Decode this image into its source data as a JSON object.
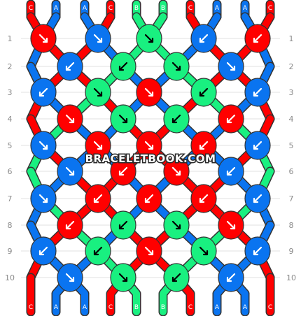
{
  "watermark": "BRACELETBOOK.COM",
  "colors": {
    "C": "#ff0000",
    "A": "#0a74f0",
    "B": "#19f080",
    "stroke": "#333333"
  },
  "strands_top": [
    "C",
    "A",
    "A",
    "C",
    "B",
    "B",
    "C",
    "A",
    "A",
    "C"
  ],
  "strands_bottom": [
    "C",
    "A",
    "A",
    "C",
    "B",
    "B",
    "C",
    "A",
    "A",
    "C"
  ],
  "row_labels": [
    "1",
    "2",
    "3",
    "4",
    "5",
    "6",
    "7",
    "8",
    "9",
    "10"
  ],
  "knots": [
    [
      {
        "c": "C",
        "d": "se"
      },
      {
        "c": "A",
        "d": "se"
      },
      {
        "c": "B",
        "d": "se"
      },
      {
        "c": "A",
        "d": "sw"
      },
      {
        "c": "C",
        "d": "sw"
      }
    ],
    [
      {
        "c": "A",
        "d": "sw"
      },
      {
        "c": "B",
        "d": "sw"
      },
      {
        "c": "B",
        "d": "se"
      },
      {
        "c": "A",
        "d": "se"
      }
    ],
    [
      {
        "c": "A",
        "d": "sw"
      },
      {
        "c": "B",
        "d": "se"
      },
      {
        "c": "C",
        "d": "se"
      },
      {
        "c": "B",
        "d": "sw"
      },
      {
        "c": "A",
        "d": "sw"
      }
    ],
    [
      {
        "c": "C",
        "d": "se"
      },
      {
        "c": "B",
        "d": "se"
      },
      {
        "c": "B",
        "d": "sw"
      },
      {
        "c": "C",
        "d": "sw"
      }
    ],
    [
      {
        "c": "A",
        "d": "se"
      },
      {
        "c": "C",
        "d": "se"
      },
      {
        "c": "C",
        "d": "se"
      },
      {
        "c": "C",
        "d": "sw"
      },
      {
        "c": "A",
        "d": "sw"
      }
    ],
    [
      {
        "c": "A",
        "d": "se"
      },
      {
        "c": "C",
        "d": "sw"
      },
      {
        "c": "C",
        "d": "se"
      },
      {
        "c": "A",
        "d": "sw"
      }
    ],
    [
      {
        "c": "A",
        "d": "se"
      },
      {
        "c": "C",
        "d": "sw"
      },
      {
        "c": "C",
        "d": "sw"
      },
      {
        "c": "C",
        "d": "sw"
      },
      {
        "c": "A",
        "d": "sw"
      }
    ],
    [
      {
        "c": "C",
        "d": "sw"
      },
      {
        "c": "B",
        "d": "sw"
      },
      {
        "c": "B",
        "d": "se"
      },
      {
        "c": "C",
        "d": "se"
      }
    ],
    [
      {
        "c": "A",
        "d": "sw"
      },
      {
        "c": "B",
        "d": "sw"
      },
      {
        "c": "C",
        "d": "se"
      },
      {
        "c": "B",
        "d": "se"
      },
      {
        "c": "A",
        "d": "sw"
      }
    ],
    [
      {
        "c": "A",
        "d": "se"
      },
      {
        "c": "B",
        "d": "se"
      },
      {
        "c": "B",
        "d": "sw"
      },
      {
        "c": "A",
        "d": "sw"
      }
    ]
  ]
}
